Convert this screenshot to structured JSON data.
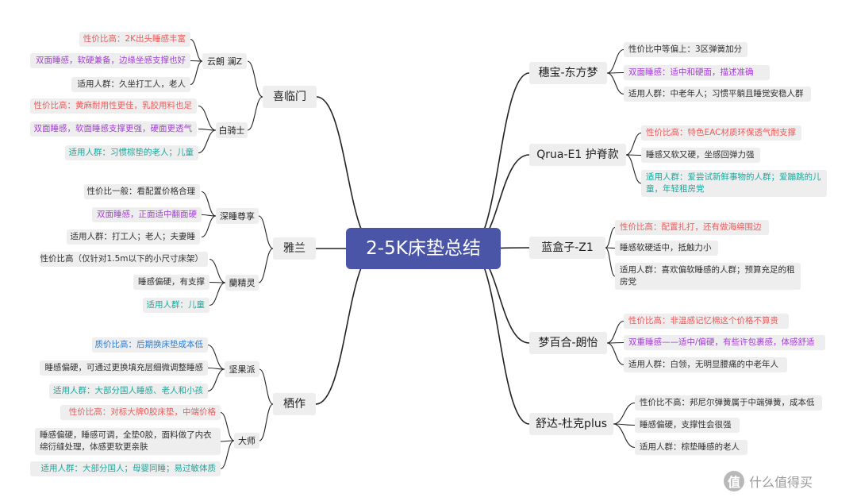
{
  "title": "2-5K床垫总结",
  "colors": {
    "center": "#4b55a8",
    "line": "#222222",
    "red": "#f05a5a",
    "purple": "#a33fd6",
    "teal": "#1aa89c",
    "blue": "#2b7fd6"
  },
  "left": [
    {
      "label": "喜临门",
      "subs": [
        {
          "label": "云朗 澜Z",
          "leaves": [
            {
              "text": "性价比高：2K出头睡感丰富",
              "color": "red"
            },
            {
              "text": "双面睡感，软硬兼备，边缘坐感支撑也好",
              "color": "purple"
            },
            {
              "text": "适用人群：久坐打工人，老人",
              "color": "dark"
            }
          ]
        },
        {
          "label": "白骑士",
          "leaves": [
            {
              "text": "性价比高：黄麻耐用性更佳，乳胶用料也足",
              "color": "red"
            },
            {
              "text": "双面睡感，软面睡感支撑更强，硬面更透气",
              "color": "purple"
            },
            {
              "text": "适用人群：习惯棕垫的老人；儿童",
              "color": "teal"
            }
          ]
        }
      ]
    },
    {
      "label": "雅兰",
      "subs": [
        {
          "label": "深睡尊享",
          "leaves": [
            {
              "text": "性价比一般：看配置价格合理",
              "color": "dark"
            },
            {
              "text": "双面睡感，正面适中翻面硬",
              "color": "purple"
            },
            {
              "text": "适用人群：打工人；老人；夫妻睡",
              "color": "dark"
            }
          ]
        },
        {
          "label": "蘭精灵",
          "leaves": [
            {
              "text": "性价比高（仅针对1.5m以下的小尺寸床架）",
              "color": "dark"
            },
            {
              "text": "睡感偏硬，有支撑",
              "color": "dark"
            },
            {
              "text": "适用人群：儿童",
              "color": "teal"
            }
          ]
        }
      ]
    },
    {
      "label": "栖作",
      "subs": [
        {
          "label": "坚果派",
          "leaves": [
            {
              "text": "质价比高：后期换床垫成本低",
              "color": "blue"
            },
            {
              "text": "睡感偏硬，可通过更换填充层细微调整睡感",
              "color": "dark"
            },
            {
              "text": "适用人群：大部分国人睡感、老人和小孩",
              "color": "teal"
            }
          ]
        },
        {
          "label": "大师",
          "leaves": [
            {
              "text": "性价比高：对标大牌0胶床垫，中端价格",
              "color": "red"
            },
            {
              "text": "睡感偏硬，睡感可调，全垫0胶，面料做了内衣绵衍缝处理，体感更软更亲肤",
              "color": "dark"
            },
            {
              "text": "适用人群：大部分国人；母婴同睡；易过敏体质",
              "color": "teal"
            }
          ]
        }
      ]
    }
  ],
  "right": [
    {
      "label": "穗宝-东方梦",
      "leaves": [
        {
          "text": "性价比中等偏上：3区弹簧加分",
          "color": "dark"
        },
        {
          "text": "双面睡感：适中和硬面，描述准确",
          "color": "purple"
        },
        {
          "text": "适用人群：中老年人；习惯平躺且睡觉安稳人群",
          "color": "dark"
        }
      ]
    },
    {
      "label": "Qrua-E1 护脊款",
      "leaves": [
        {
          "text": "性价比高：特色EAC材质环保透气耐支撑",
          "color": "red"
        },
        {
          "text": "睡感又软又硬，坐感回弹力强",
          "color": "dark"
        },
        {
          "text": "适用人群：爱尝试新鲜事物的人群；爱蹦跳的儿童，年轻租房党",
          "color": "teal"
        }
      ]
    },
    {
      "label": "蓝盒子-Z1",
      "leaves": [
        {
          "text": "性价比高：配置扎打，还有做海绵围边",
          "color": "red"
        },
        {
          "text": "睡感软硬适中，抵触力小",
          "color": "dark"
        },
        {
          "text": "适用人群：喜欢偏软睡感的人群；预算充足的租房党",
          "color": "dark"
        }
      ]
    },
    {
      "label": "梦百合-朗怡",
      "leaves": [
        {
          "text": "性价比高：非温感记忆棉这个价格不算贵",
          "color": "red"
        },
        {
          "text": "双重睡感——适中/偏硬，有些许包裹感，体感舒适",
          "color": "purple"
        },
        {
          "text": "适用人群：白领，无明显腰痛的中老年人",
          "color": "dark"
        }
      ]
    },
    {
      "label": "舒达-杜克plus",
      "leaves": [
        {
          "text": "性价比不高：邦尼尔弹簧属于中端弹簧，成本低",
          "color": "dark"
        },
        {
          "text": "睡感偏硬，支撑性会很强",
          "color": "dark"
        },
        {
          "text": "适用人群：棕垫睡感的老人",
          "color": "dark"
        }
      ]
    }
  ],
  "watermark": {
    "icon": "值",
    "text": "什么值得买"
  }
}
